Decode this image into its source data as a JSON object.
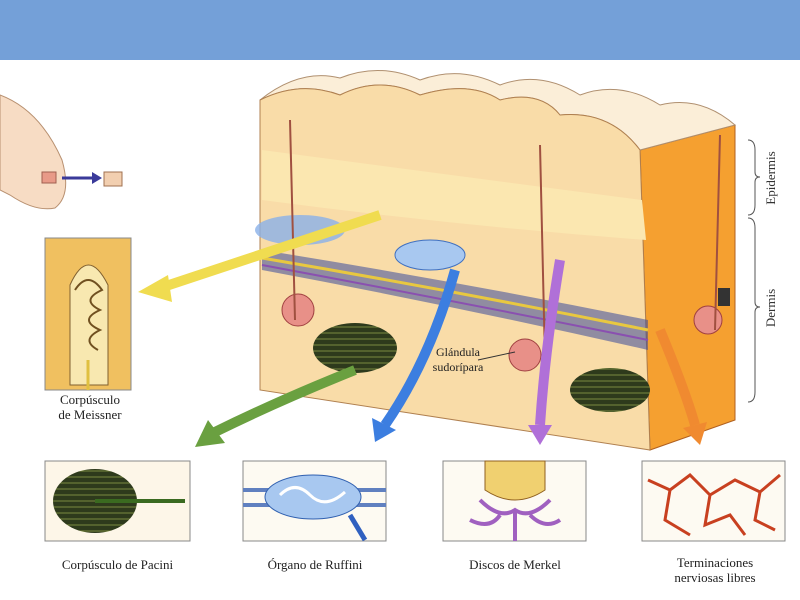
{
  "colors": {
    "header": "#74a0d8",
    "arrow_yellow": "#f0dc50",
    "arrow_green": "#6aa040",
    "arrow_blue": "#3c7ee0",
    "arrow_purple": "#b070d8",
    "arrow_orange": "#f08a30"
  },
  "labels": {
    "meissner_1": "Corpúsculo",
    "meissner_2": "de Meissner",
    "gland_1": "Glándula",
    "gland_2": "sudorípara",
    "epidermis": "Epidermis",
    "dermis": "Dermis",
    "pacini": "Corpúsculo de Pacini",
    "ruffini": "Órgano de Ruffini",
    "merkel": "Discos de Merkel",
    "libres_1": "Terminaciones",
    "libres_2": "nerviosas libres"
  }
}
